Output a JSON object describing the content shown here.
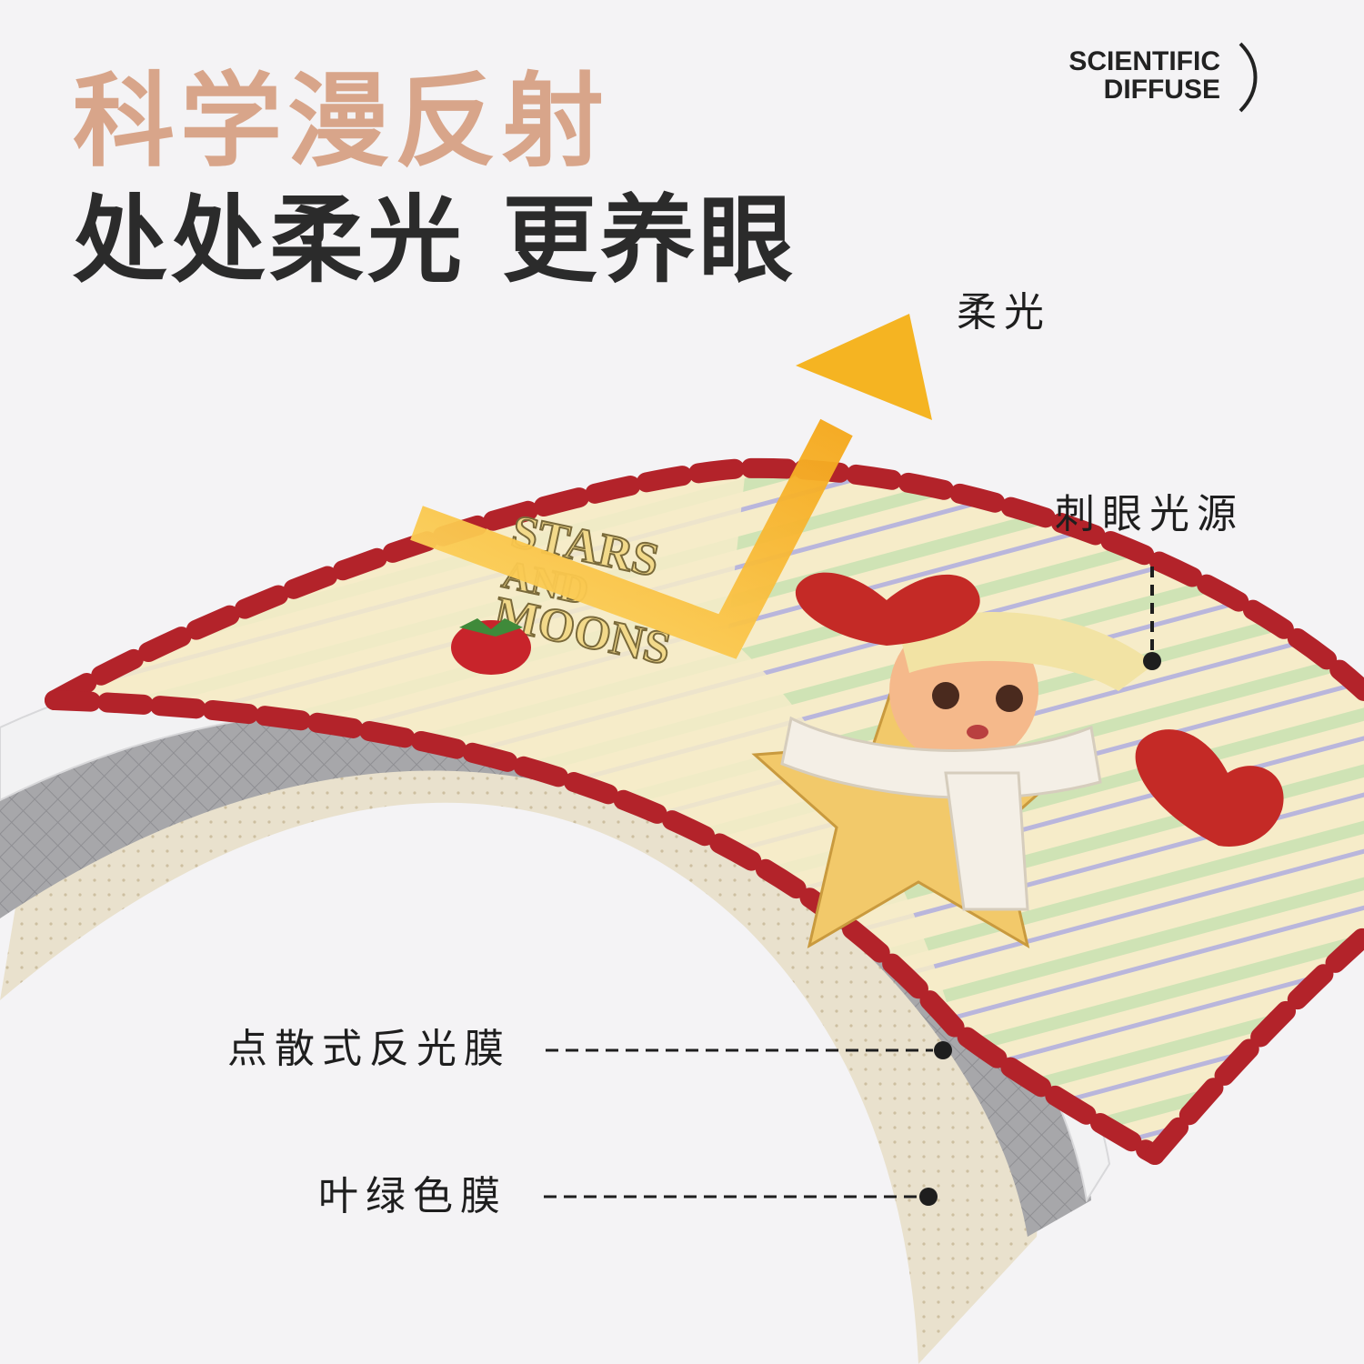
{
  "header": {
    "title": "科学漫反射",
    "subtitle": "处处柔光 更养眼",
    "brand_line1": "SCIENTIFIC",
    "brand_line2": "DIFFUSE"
  },
  "labels": {
    "soft_light": "柔光",
    "glare_source": "刺眼光源",
    "dot_reflective_film": "点散式反光膜",
    "chlorophyll_film": "叶绿色膜"
  },
  "mat_print": {
    "line1": "STARS",
    "line2": "AND",
    "line3": "MOONS"
  },
  "colors": {
    "title": "#d8a58a",
    "subtitle": "#2b2b2b",
    "label": "#1e1e1e",
    "arrow": "#f7b825",
    "mat_base": "#f6ecc9",
    "mat_border": "#b3232a",
    "stripe_green": "#cfe3b5",
    "stripe_purple": "#b9b6dc",
    "film_grey": "#a8a8ab",
    "film_beige": "#e9e1cd"
  }
}
